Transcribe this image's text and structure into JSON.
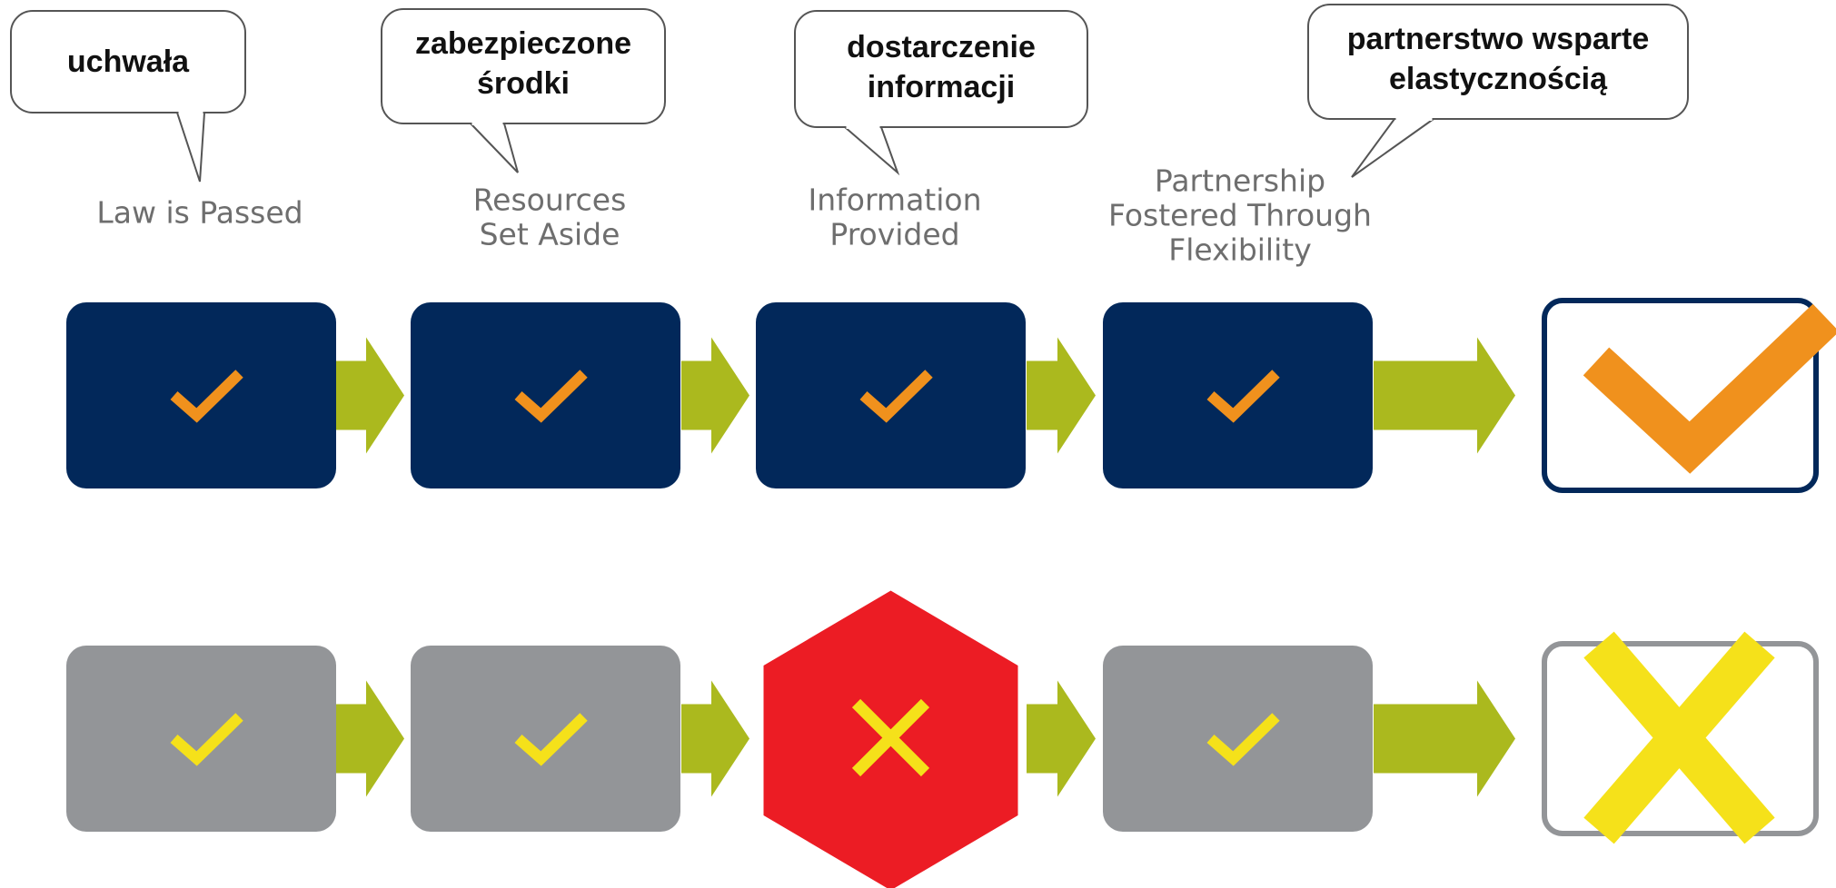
{
  "callouts": [
    {
      "lines": [
        "uchwała"
      ]
    },
    {
      "lines": [
        "zabezpieczone",
        "środki"
      ]
    },
    {
      "lines": [
        "dostarczenie",
        "informacji"
      ]
    },
    {
      "lines": [
        "partnerstwo wsparte",
        "elastycznością"
      ]
    }
  ],
  "stages": [
    {
      "lines": [
        "Law is Passed"
      ]
    },
    {
      "lines": [
        "Resources",
        "Set Aside"
      ]
    },
    {
      "lines": [
        "Information",
        "Provided"
      ]
    },
    {
      "lines": [
        "Partnership",
        "Fostered Through",
        "Flexibility"
      ]
    }
  ],
  "rows": [
    {
      "name": "success",
      "steps": [
        "check",
        "check",
        "check",
        "check"
      ],
      "outcome": "check"
    },
    {
      "name": "failure",
      "steps": [
        "check",
        "check",
        "stop-x",
        "check"
      ],
      "outcome": "x"
    }
  ],
  "colors": {
    "box_success": "#02285a",
    "box_failure": "#939598",
    "arrow": "#abb91e",
    "check_orange": "#f0911d",
    "mark_yellow": "#f5e11a",
    "stop_red": "#ec1c24",
    "outcome_success_border": "#02285a",
    "outcome_failure_border": "#939598"
  }
}
